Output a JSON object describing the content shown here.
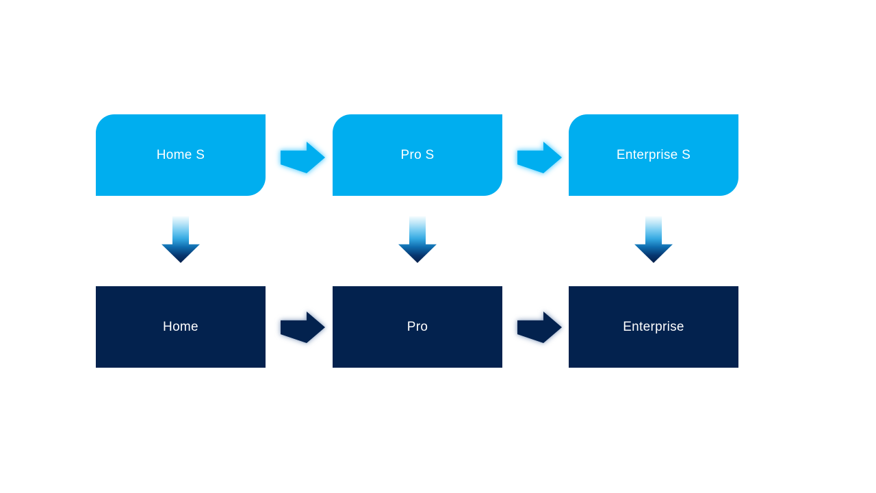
{
  "page": {
    "background": "#FFFFFF"
  },
  "diagram": {
    "type": "two-tier-process-flow",
    "columns": [
      {
        "top_label": "Home S",
        "bottom_label": "Home"
      },
      {
        "top_label": "Pro S",
        "bottom_label": "Pro"
      },
      {
        "top_label": "Enterprise S",
        "bottom_label": "Enterprise"
      }
    ],
    "connectors": {
      "right_arrow_top_color": "#00AEEF",
      "right_arrow_bottom_color": "#03224E",
      "down_arrow_gradient_start": "#F4FBFE",
      "down_arrow_gradient_mid": "#35A9E2",
      "down_arrow_gradient_end": "#051F49"
    },
    "colors": {
      "top_node_fill": "#00AEEF",
      "bottom_node_fill": "#03224E",
      "node_text": "#FFFFFF"
    }
  }
}
